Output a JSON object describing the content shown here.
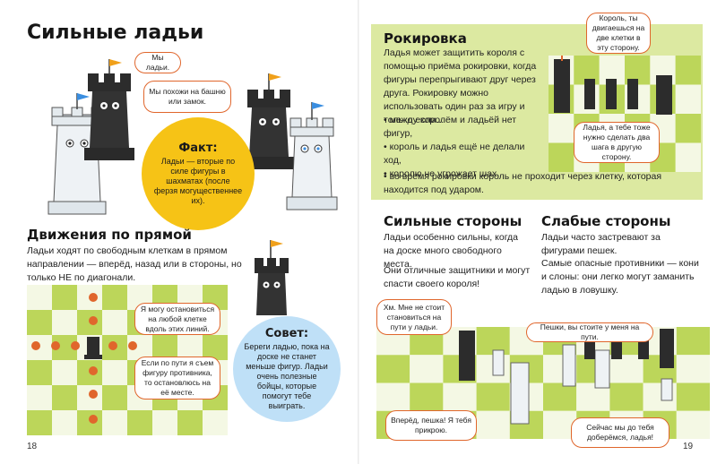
{
  "left_page": {
    "title": "Сильные ладьи",
    "bubbles": {
      "rooks_greeting": "Мы ладьи.",
      "like_tower": "Мы похожи на башню или замок."
    },
    "fact": {
      "heading": "Факт:",
      "text": "Ладьи — вторые по силе фигуры в шахматах (после ферзя могущественнее их)."
    },
    "movement": {
      "title": "Движения по прямой",
      "text": "Ладьи ходят по свободным клеткам в прямом направлении — вперёд, назад или в стороны, но только НЕ по диагонали."
    },
    "board_bubbles": {
      "can_stop": "Я могу остановиться на любой клетке вдоль этих линий.",
      "capture": "Если по пути я съем фигуру противника, то остановлюсь на её месте."
    },
    "tip": {
      "heading": "Совет:",
      "text": "Береги ладью, пока на доске не станет меньше фигур. Ладьи очень полезные бойцы, которые помогут тебе выиграть."
    },
    "page_number": "18"
  },
  "right_page": {
    "castling": {
      "title": "Рокировка",
      "intro": "Ладья может защитить короля с помощью приёма рокировки, когда фигуры перепрыгивают друг через друга. Рокировку можно использовать один раз за игру и только если...",
      "conditions": [
        "• между королём и ладьёй нет фигур,",
        "• король и ладья ещё не делали ход,",
        "• королю не угрожает шах,",
        "• во время рокировки король не проходит через клетку, которая находится под ударом."
      ],
      "bubble_king": "Король, ты двигаешься на две клетки в эту сторону.",
      "bubble_rook": "Ладья, а тебе тоже нужно сделать два шага в другую сторону."
    },
    "strengths": {
      "title": "Сильные стороны",
      "text1": "Ладьи особенно сильны, когда на доске много свободного места.",
      "text2": "Они отличные защитники и могут спасти своего короля!"
    },
    "weaknesses": {
      "title": "Слабые стороны",
      "text1": "Ладьи часто застревают за фигурами пешек.",
      "text2": "Самые опасные противники — кони и слоны: они легко могут заманить ладью в ловушку."
    },
    "board_bubbles": {
      "hm": "Хм. Мне не стоит становиться на пути у ладьи.",
      "pawns": "Пешки, вы стоите у меня на пути.",
      "forward": "Вперёд, пешка! Я тебя прикрою.",
      "reach": "Сейчас мы до тебя доберёмся, ладья!"
    },
    "page_number": "19"
  },
  "colors": {
    "board_light": "#f4f8e4",
    "board_dark": "#bcd65a",
    "accent_orange": "#e0662c",
    "fact_yellow": "#f6c316",
    "tip_blue": "#bfe0f7",
    "castling_green": "#dce9a1"
  }
}
